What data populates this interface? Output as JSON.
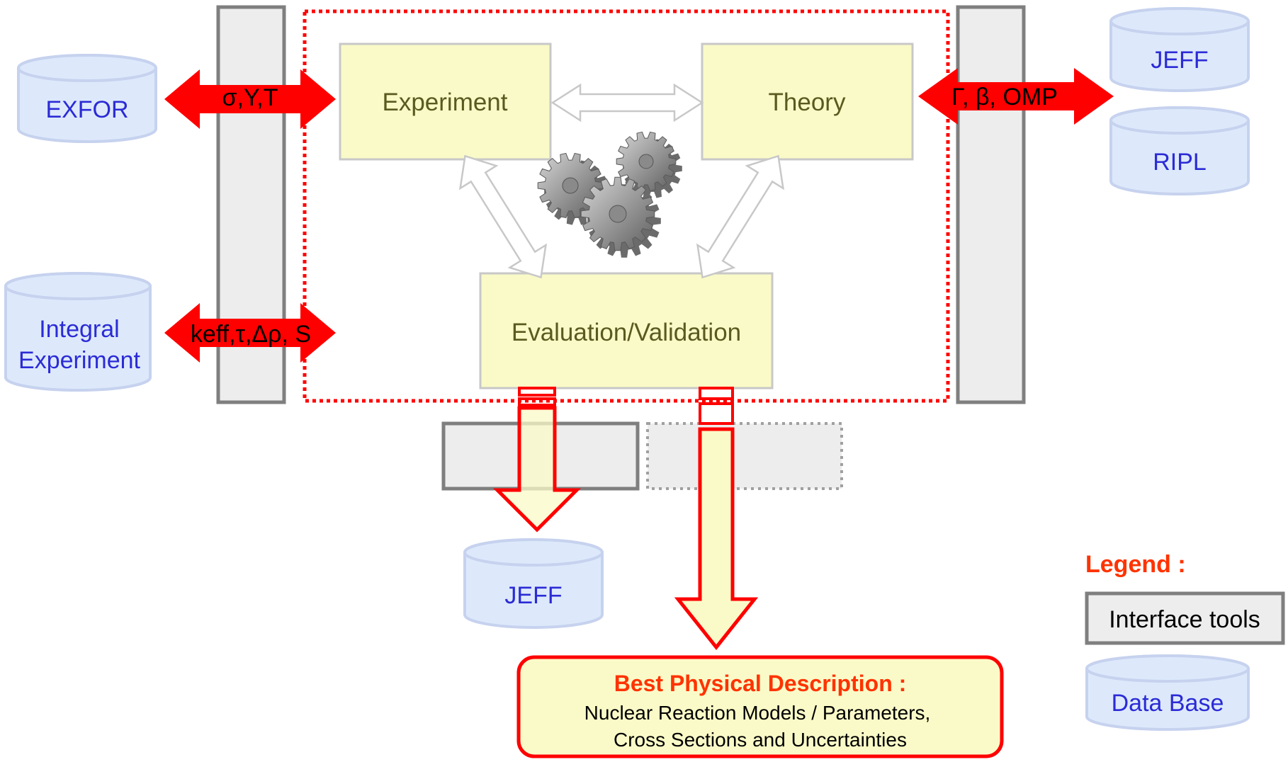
{
  "databases": {
    "exfor": "EXFOR",
    "integral_line1": "Integral",
    "integral_line2": "Experiment",
    "jeff_top": "JEFF",
    "ripl": "RIPL",
    "jeff_bottom": "JEFF"
  },
  "boxes": {
    "experiment": "Experiment",
    "theory": "Theory",
    "evaluation": "Evaluation/Validation"
  },
  "arrows": {
    "exfor_link": "σ,Y,T",
    "integral_link": "keff,τ,Δρ, S",
    "theory_link": "Γ, β, OMP"
  },
  "result": {
    "title": "Best Physical Description :",
    "line1": "Nuclear Reaction Models / Parameters,",
    "line2": "Cross Sections and Uncertainties"
  },
  "legend": {
    "title": "Legend :",
    "interface": "Interface tools",
    "database": "Data Base"
  },
  "colors": {
    "db_fill": "#dde9fb",
    "db_stroke": "#c6d2ee",
    "box_fill": "#fafac8",
    "red": "#ff0000",
    "interface_fill": "#ededed",
    "interface_stroke": "#7f7f7f",
    "db_text": "#2b2bd6",
    "legend_title": "#ff3300"
  },
  "icons": {
    "gears": "gears-icon"
  }
}
